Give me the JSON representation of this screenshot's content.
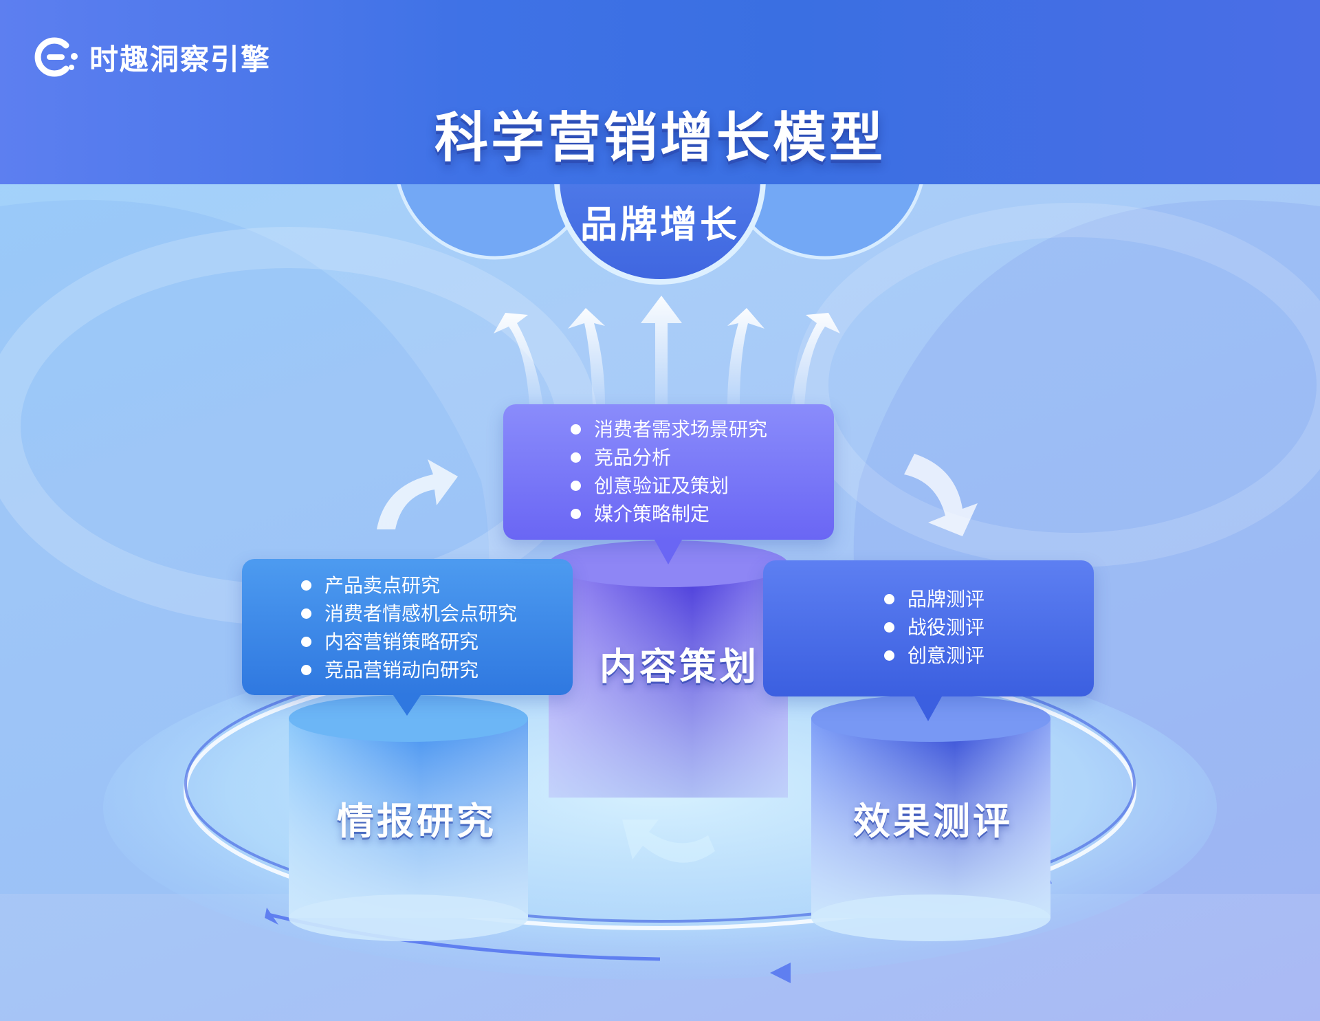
{
  "brand": {
    "logo_text": "时趣洞察引擎"
  },
  "title": "科学营销增长模型",
  "goal": {
    "label": "品牌增长"
  },
  "stages": [
    {
      "name": "情报研究",
      "items": [
        "产品卖点研究",
        "消费者情感机会点研究",
        "内容营销策略研究",
        "竞品营销动向研究"
      ]
    },
    {
      "name": "内容策划",
      "items": [
        "消费者需求场景研究",
        "竞品分析",
        "创意验证及策划",
        "媒介策略制定"
      ]
    },
    {
      "name": "效果测评",
      "items": [
        "品牌测评",
        "战役测评",
        "创意测评"
      ]
    }
  ],
  "colors": {
    "header": "#3f72e6",
    "research": "#2f78e0",
    "planning": "#6a66f4",
    "evaluation": "#3b5fe0",
    "accent_text": "#ffffff"
  }
}
